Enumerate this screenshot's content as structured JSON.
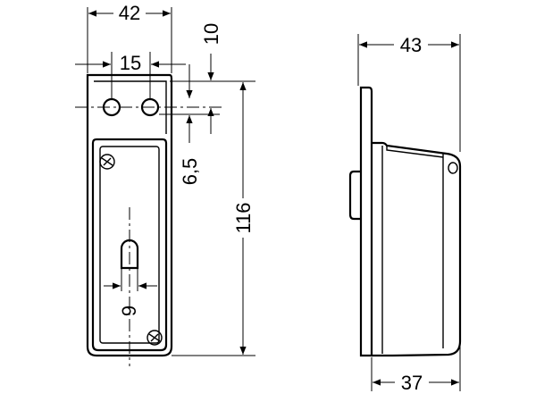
{
  "dimensions": {
    "front_width": "42",
    "hole_spacing": "15",
    "top_offset": "10",
    "hole_offset": "6,5",
    "total_height": "116",
    "slot_width": "9",
    "side_depth": "43",
    "body_depth": "37"
  }
}
